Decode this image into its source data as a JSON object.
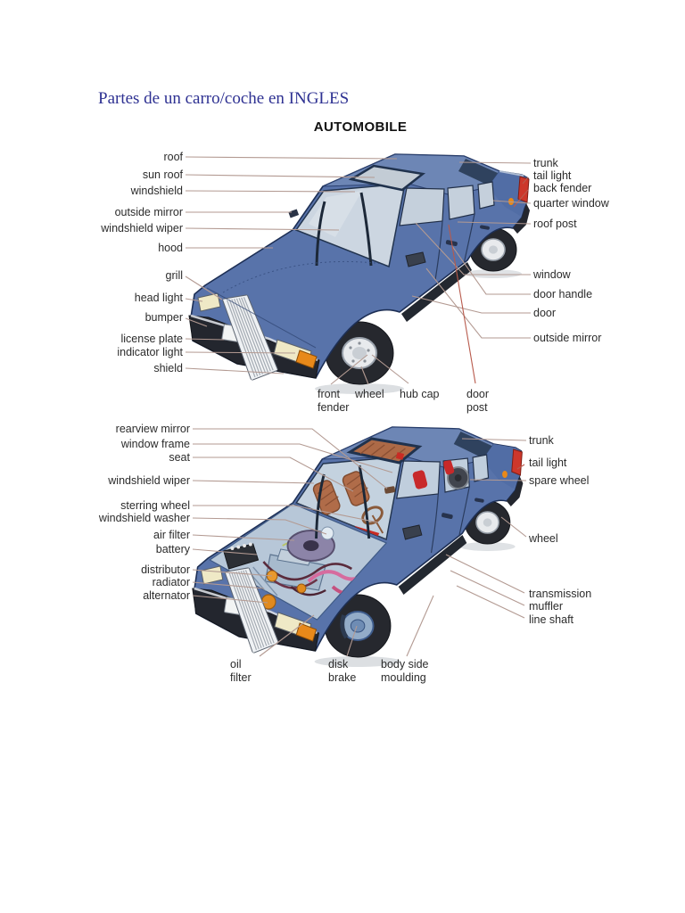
{
  "title": "Partes de un carro/coche en INGLES",
  "diagram_title": "AUTOMOBILE",
  "diagram1": {
    "illustration_alt": "blue sedan exterior, three-quarter front view",
    "left_labels": [
      "roof",
      "sun roof",
      "windshield",
      "outside mirror",
      "windshield wiper",
      "hood",
      "grill",
      "head light",
      "bumper",
      "license plate",
      "indicator light",
      "shield"
    ],
    "right_labels": [
      "trunk",
      "tail light",
      "back fender",
      "quarter window",
      "roof post",
      "window",
      "door handle",
      "door",
      "outside mirror"
    ],
    "bottom_labels": [
      "front\nfender",
      "wheel",
      "hub cap",
      "door\npost"
    ]
  },
  "diagram2": {
    "illustration_alt": "blue sedan cutaway view showing engine and interior",
    "left_labels": [
      "rearview mirror",
      "window frame",
      "seat",
      "windshield wiper",
      "sterring wheel",
      "windshield washer",
      "air filter",
      "battery",
      "distributor",
      "radiator",
      "alternator"
    ],
    "right_labels": [
      "trunk",
      "tail light",
      "spare wheel",
      "wheel",
      "transmission",
      "muffler",
      "line shaft"
    ],
    "bottom_labels": [
      "oil\nfilter",
      "disk\nbrake",
      "body side\nmoulding"
    ]
  },
  "colors": {
    "title_blue": "#2e3192",
    "body_blue": "#5873aa",
    "glass": "#ccd6e1",
    "tail_light_red": "#cd372b",
    "indicator_orange": "#e8891a",
    "seat_brown": "#b06c49",
    "label_text": "#2b2b2b",
    "leader_line": "#b39a92"
  }
}
